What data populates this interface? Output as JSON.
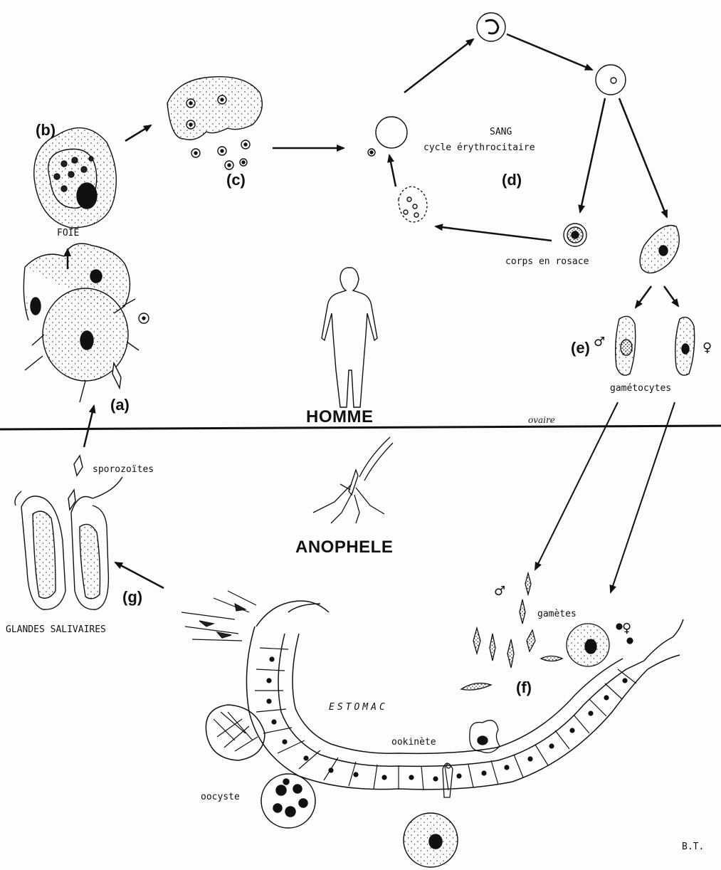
{
  "labels": {
    "a": "(a)",
    "b": "(b)",
    "c": "(c)",
    "d": "(d)",
    "e": "(e)",
    "f": "(f)",
    "g": "(g)",
    "foie": "FOIE",
    "sang": "SANG",
    "cycle": "cycle érythrocitaire",
    "rosace": "corps en rosace",
    "gametocytes": "gamétocytes",
    "homme": "HOMME",
    "anophele": "ANOPHELE",
    "sporozoites": "sporozoïtes",
    "glandes": "GLANDES SALIVAIRES",
    "gametes": "gamètes",
    "estomac": "ESTOMAC",
    "ookinete": "ookinète",
    "oocyste": "oocyste",
    "signature": "B.T.",
    "scribble": "ovaire",
    "male_symbol": "♂",
    "female_symbol": "♀"
  },
  "colors": {
    "ink": "#111111",
    "paper": "#fdfdfd"
  }
}
